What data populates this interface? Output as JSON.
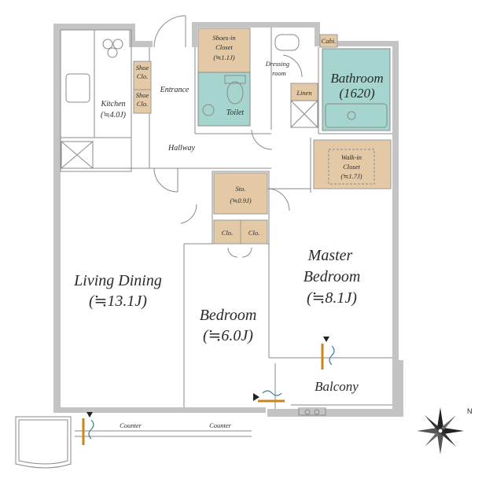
{
  "rooms": {
    "living_dining": {
      "name": "Living Dining",
      "size": "(≒13.1J)"
    },
    "bedroom": {
      "name": "Bedroom",
      "size": "(≒6.0J)"
    },
    "master_bedroom": {
      "name_line1": "Master",
      "name_line2": "Bedroom",
      "size": "(≒8.1J)"
    },
    "kitchen": {
      "name": "Kitchen",
      "size": "(≒4.0J)"
    },
    "bathroom": {
      "name": "Bathroom",
      "size": "(1620)"
    },
    "balcony": {
      "name": "Balcony"
    },
    "toilet": {
      "name": "Toilet"
    },
    "hallway": {
      "name": "Hallway"
    },
    "entrance": {
      "name": "Entrance"
    },
    "dressing_room": {
      "name_line1": "Dressing",
      "name_line2": "room"
    },
    "shoes_in_closet": {
      "name_line1": "Shoes-in",
      "name_line2": "Closet",
      "size": "(≒1.1J)"
    },
    "walk_in_closet": {
      "name_line1": "Walk-in",
      "name_line2": "Closet",
      "size": "(≒1.7J)"
    },
    "storage": {
      "name": "Sto.",
      "size": "(≒0.9J)"
    },
    "shoe_closet_1": {
      "line1": "Shoe",
      "line2": "Clo."
    },
    "shoe_closet_2": {
      "line1": "Shoe",
      "line2": "Clo."
    },
    "closet_left": {
      "name": "Clo."
    },
    "closet_right": {
      "name": "Clo."
    },
    "linen": {
      "name": "Linen"
    },
    "counter_left": {
      "name": "Counter"
    },
    "counter_right": {
      "name": "Counter"
    },
    "cabinet": {
      "name": "Cabi."
    }
  },
  "colors": {
    "wall": "#c4c4c4",
    "storage_fill": "#e3c9a6",
    "wet_area_fill": "#a6d5cf",
    "vent_accent": "#c8861e",
    "vent_blue": "#3a7fa0"
  },
  "icons": {
    "compass": "compass-rose-icon"
  }
}
